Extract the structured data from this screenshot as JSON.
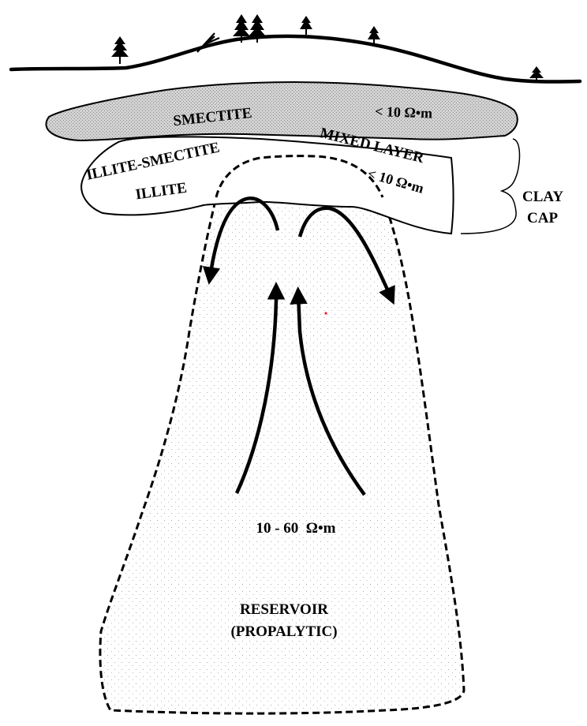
{
  "labels": {
    "smectite": "SMECTITE",
    "smectite_resistivity": "< 10 Ω•m",
    "mixed_layer": "MIXED LAYER",
    "mixed_layer_resistivity": "< 10 Ω•m",
    "illite_smectite": "ILLITE-SMECTITE",
    "illite": "ILLITE",
    "clay_cap_line1": "CLAY",
    "clay_cap_line2": "CAP",
    "reservoir_resistivity": "10 - 60  Ω•m",
    "reservoir_line1": "RESERVOIR",
    "reservoir_line2": "(PROPALYTIC)"
  },
  "colors": {
    "ink": "#000000",
    "smectite_fill": "#cfcfcf",
    "reservoir_stipple": "#9a9a9a",
    "red_dot": "#e8232a"
  },
  "icons": {
    "trees": "pine-tree-icon",
    "log": "fallen-log-icon"
  }
}
